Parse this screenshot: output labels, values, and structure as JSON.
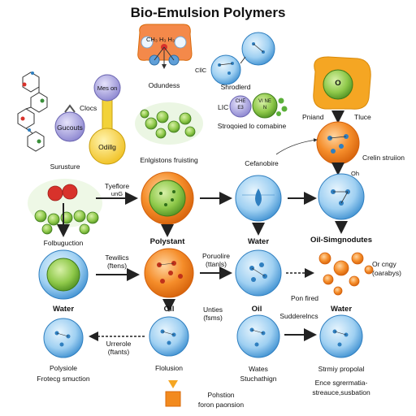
{
  "title": "Bio-Emulsion Polymers",
  "top": {
    "molecule_left_top": "CH₃ H₃ H₃",
    "label_oduess": "Odundess",
    "label_clic_small": "CllC",
    "label_shroederd": "Shrodlerd",
    "label_lic": "LIC",
    "chip_a_line1": "CHE",
    "chip_a_line2": "E3",
    "chip_b_line1": "VI NE",
    "chip_b_line2": "N",
    "label_strogoied": "Stroqoied lo comabine",
    "label_pniand": "Pniand",
    "label_tluce": "Tluce",
    "circle_o": "O",
    "bulb_top": "Mes on",
    "bulb_bottom": "Odillg",
    "clocs": "Clocs",
    "gucouts": "Gucouts",
    "enlgistons": "Enlgistons fruisting",
    "cefanobire": "Cefanobire",
    "crelin": "Crelin struiion",
    "oh": "Oh"
  },
  "row1": {
    "surusture": "Surusture",
    "tyeflore": "Tyeflore",
    "ung": "unG",
    "folbuguction": "Folbuguction",
    "polystant": "Polystant",
    "water": "Water",
    "oil_simgnodutes": "Oil-Simgnodutes"
  },
  "row2": {
    "tewilics": "Tewilics",
    "ftens": "(ftens)",
    "poruolire": "Poruolire",
    "ttanls": "(ttanls)",
    "or_cngy": "Or cngy",
    "oarabys": "(oarabys)",
    "pon_fired": "Pon fired",
    "water": "Water",
    "oil": "Oil",
    "unties": "Unties",
    "fsms": "(fsms)",
    "oil_b": "Oil",
    "sudderelncs": "Sudderelncs",
    "water_b": "Water"
  },
  "row3": {
    "urrerole": "Urrerole",
    "ftants": "(ftants)",
    "polysiole": "Polysiole",
    "frotecg": "Frotecg smuction",
    "flolusion": "Flolusion",
    "wates": "Wates",
    "stuchathign": "Stuchathign",
    "strmiy": "Strmiy propolal",
    "ence1": "Ence sgrermatia-",
    "ence2": "streauce,susbation",
    "pohstion": "Pohstion",
    "foron": "foron paonsion"
  },
  "colors": {
    "orange": "#f28a1e",
    "orange_dark": "#d96a0a",
    "blue": "#8ec7ee",
    "blue_dark": "#2f7fc0",
    "green": "#7fbf3a",
    "green_dark": "#3f7d1a",
    "purple": "#a9a4dd",
    "yellow": "#f2d23a",
    "red": "#d8322b"
  }
}
